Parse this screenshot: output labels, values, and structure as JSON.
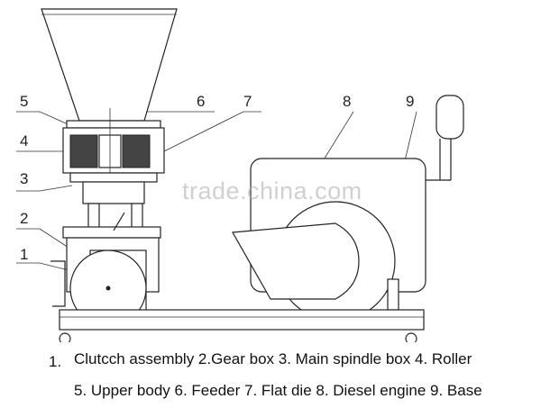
{
  "watermark": "trade.china.com",
  "callouts": [
    "5",
    "4",
    "3",
    "2",
    "1",
    "6",
    "7",
    "8",
    "9"
  ],
  "legend": {
    "line1_lead": "1.",
    "line1_rest": "Clutcch assembly   2.Gear box  3. Main spindle box  4. Roller",
    "line2": "5. Upper body  6. Feeder  7. Flat die  8. Diesel engine  9. Base"
  }
}
